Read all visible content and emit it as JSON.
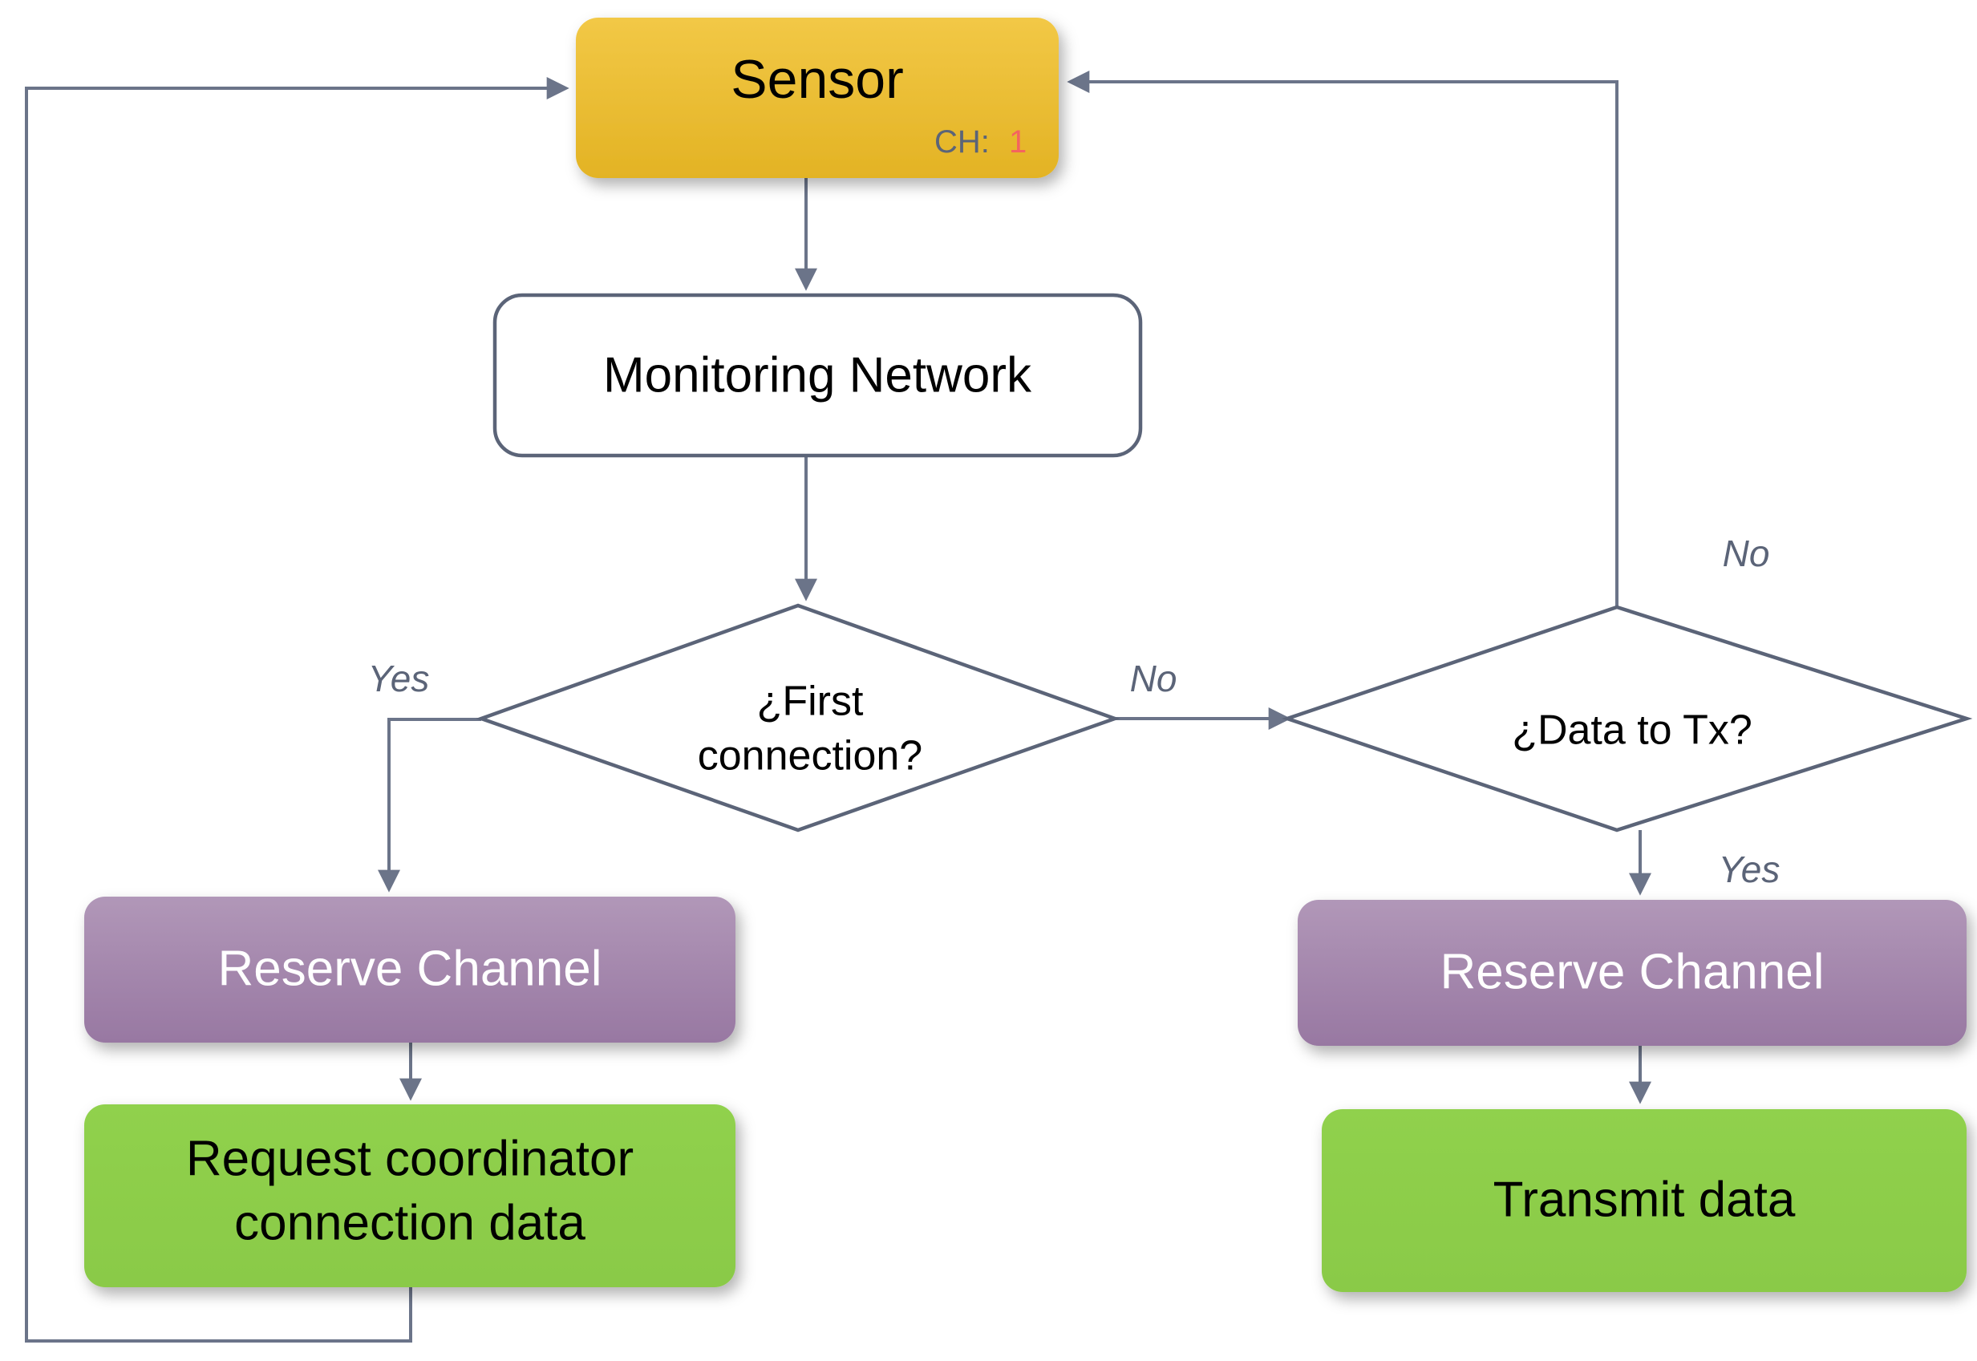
{
  "diagram": {
    "title": "Sensor monitoring network flowchart",
    "background": "#ffffff"
  },
  "colors": {
    "sensor_fill_top": "#f0c33c",
    "sensor_fill_bottom": "#e8b828",
    "process_purple_top": "#ae94b5",
    "process_purple_bottom": "#9a7ca3",
    "action_green": "#8dce4a",
    "outline": "#5b6478",
    "connector": "#6b7489",
    "label_text": "#5b6478",
    "channel_value": "#f4645f",
    "white_text": "#ffffff",
    "black_text": "#000000"
  },
  "nodes": {
    "sensor": {
      "label": "Sensor",
      "channel_label": "CH:",
      "channel_value": "1"
    },
    "monitoring_network": {
      "label": "Monitoring Network"
    },
    "first_connection": {
      "line1": "¿First",
      "line2": "connection?"
    },
    "data_to_tx": {
      "label": "¿Data to Tx?"
    },
    "reserve_channel_left": {
      "label": "Reserve Channel"
    },
    "reserve_channel_right": {
      "label": "Reserve Channel"
    },
    "request_coordinator": {
      "line1": "Request coordinator",
      "line2": "connection data"
    },
    "transmit_data": {
      "label": "Transmit data"
    }
  },
  "edge_labels": {
    "first_connection_yes": "Yes",
    "first_connection_no": "No",
    "data_to_tx_no": "No",
    "data_to_tx_yes": "Yes"
  }
}
